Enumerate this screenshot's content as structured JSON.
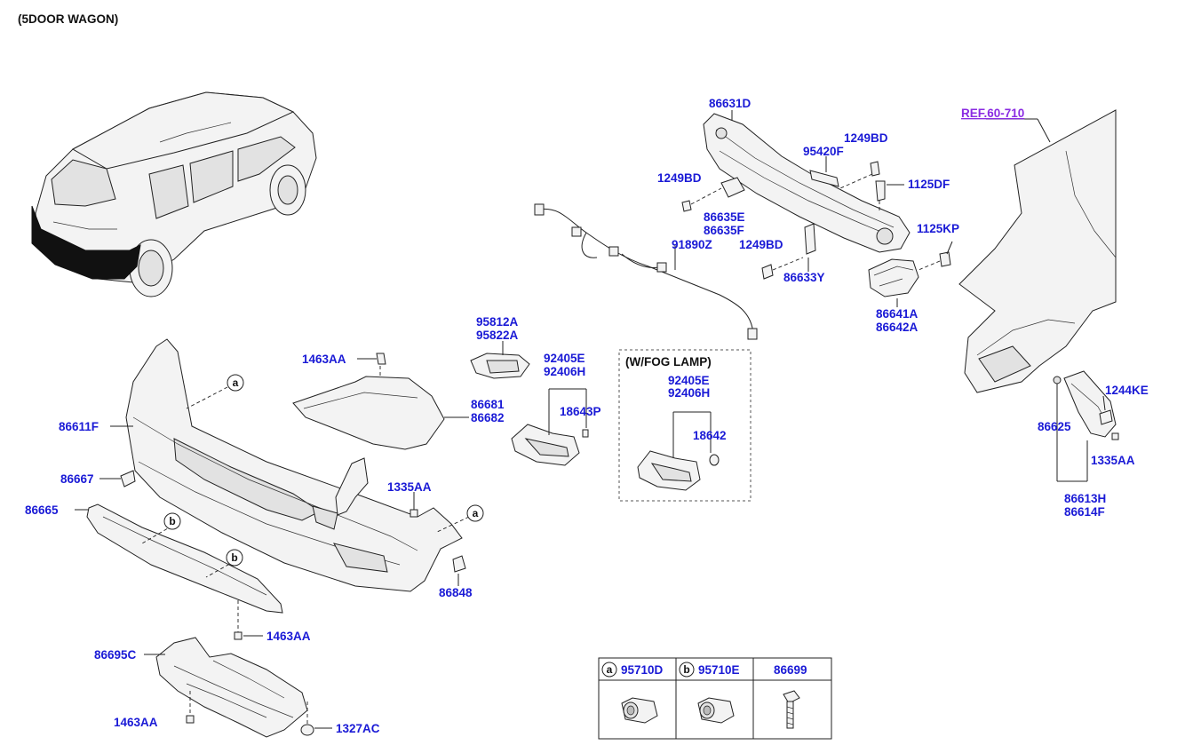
{
  "header": {
    "title": "(5DOOR WAGON)"
  },
  "ref_label": "REF.60-710",
  "fog_box_title": "(W/FOG LAMP)",
  "callout_letters": {
    "a": "a",
    "b": "b"
  },
  "colors": {
    "part_number": "#1a1ad6",
    "reference": "#8a2be2",
    "title": "#111111"
  },
  "part_numbers": {
    "p86631D": "86631D",
    "p1249BD_top": "1249BD",
    "p95420F": "95420F",
    "p1249BD_left": "1249BD",
    "p1125DF": "1125DF",
    "p86635E": "86635E",
    "p86635F": "86635F",
    "p91890Z": "91890Z",
    "p1249BD_mid": "1249BD",
    "p1125KP": "1125KP",
    "p86633Y": "86633Y",
    "p86641A": "86641A",
    "p86642A": "86642A",
    "p95812A": "95812A",
    "p95822A": "95822A",
    "p1463AA_top": "1463AA",
    "p92405E": "92405E",
    "p92406H": "92406H",
    "p18643P": "18643P",
    "p92405E_fog": "92405E",
    "p92406H_fog": "92406H",
    "p18642": "18642",
    "p86681": "86681",
    "p86682": "86682",
    "p86611F": "86611F",
    "p86667": "86667",
    "p1335AA_mid": "1335AA",
    "p86665": "86665",
    "p86848": "86848",
    "p1463AA_mid": "1463AA",
    "p86695C": "86695C",
    "p1463AA_bot": "1463AA",
    "p1327AC": "1327AC",
    "p1244KE": "1244KE",
    "p86625": "86625",
    "p1335AA_right": "1335AA",
    "p86613H": "86613H",
    "p86614F": "86614F"
  },
  "legend_table": {
    "columns": [
      {
        "letter": "a",
        "part": "95710D",
        "icon": "parking-sensor-icon"
      },
      {
        "letter": "b",
        "part": "95710E",
        "icon": "parking-sensor-icon"
      },
      {
        "letter": "",
        "part": "86699",
        "icon": "bolt-icon"
      }
    ]
  }
}
